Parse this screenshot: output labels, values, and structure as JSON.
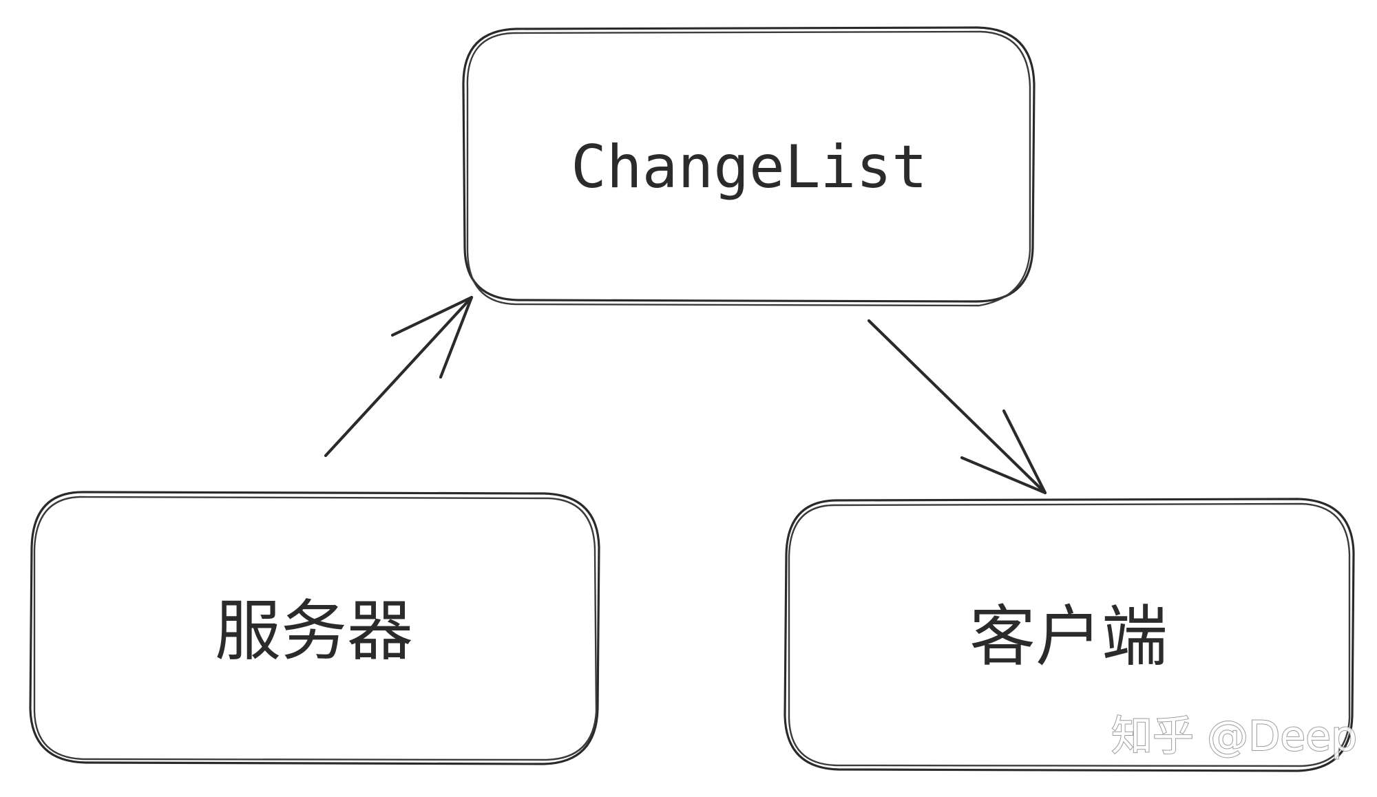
{
  "diagram": {
    "nodes": {
      "changelist": {
        "label": "ChangeList"
      },
      "server": {
        "label": "服务器"
      },
      "client": {
        "label": "客户端"
      }
    },
    "edges": [
      {
        "from": "服务器",
        "to": "ChangeList"
      },
      {
        "from": "ChangeList",
        "to": "客户端"
      }
    ]
  },
  "watermark": {
    "text": "知乎 @Deep"
  }
}
